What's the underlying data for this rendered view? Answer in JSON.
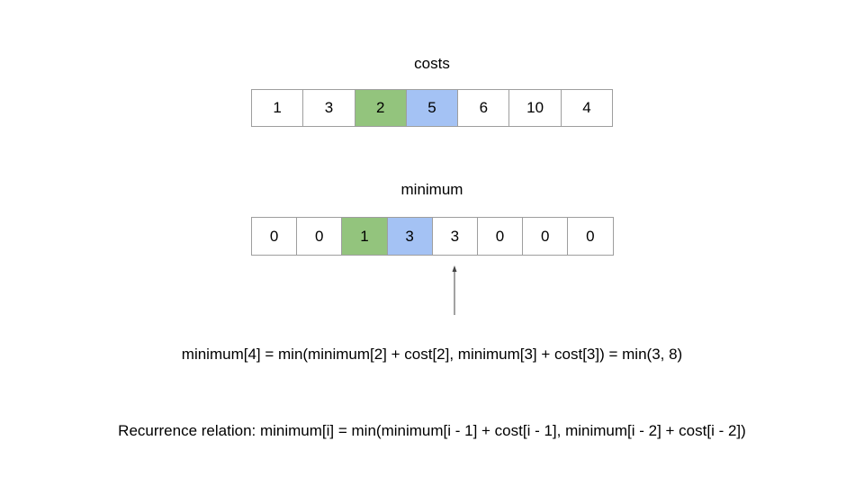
{
  "costs": {
    "label": "costs",
    "cells": [
      {
        "value": "1",
        "color": "#ffffff"
      },
      {
        "value": "3",
        "color": "#ffffff"
      },
      {
        "value": "2",
        "color": "#93c47d"
      },
      {
        "value": "5",
        "color": "#a4c2f4"
      },
      {
        "value": "6",
        "color": "#ffffff"
      },
      {
        "value": "10",
        "color": "#ffffff"
      },
      {
        "value": "4",
        "color": "#ffffff"
      }
    ]
  },
  "minimum": {
    "label": "minimum",
    "cells": [
      {
        "value": "0",
        "color": "#ffffff"
      },
      {
        "value": "0",
        "color": "#ffffff"
      },
      {
        "value": "1",
        "color": "#93c47d"
      },
      {
        "value": "3",
        "color": "#a4c2f4"
      },
      {
        "value": "3",
        "color": "#ffffff"
      },
      {
        "value": "0",
        "color": "#ffffff"
      },
      {
        "value": "0",
        "color": "#ffffff"
      },
      {
        "value": "0",
        "color": "#ffffff"
      }
    ]
  },
  "example_formula": "minimum[4] = min(minimum[2] + cost[2], minimum[3] + cost[3]) = min(3, 8)",
  "recurrence_formula": "Recurrence relation: minimum[i] = min(minimum[i - 1] + cost[i - 1], minimum[i - 2] + cost[i - 2])"
}
